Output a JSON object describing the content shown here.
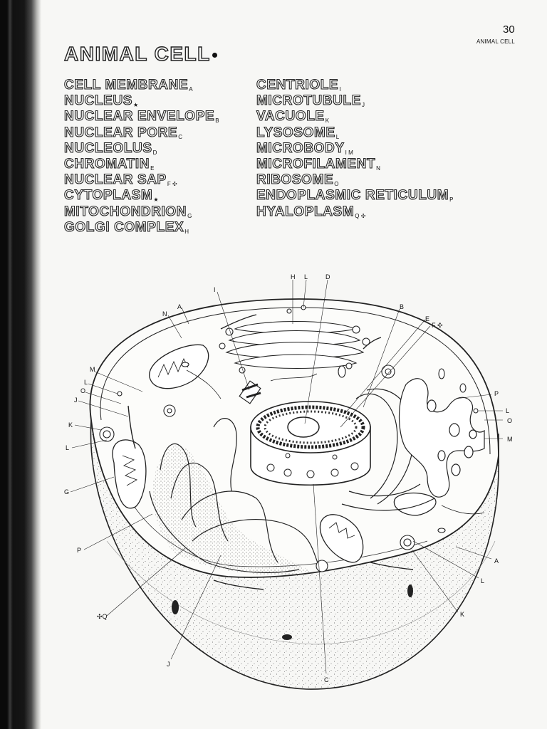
{
  "header": {
    "page_number": "30",
    "section": "ANIMAL CELL"
  },
  "title": "ANIMAL CELL",
  "terms_left": [
    {
      "name": "CELL MEMBRANE",
      "sub": "A"
    },
    {
      "name": "NUCLEUS",
      "sub": "★"
    },
    {
      "name": "NUCLEAR ENVELOPE",
      "sub": "B"
    },
    {
      "name": "NUCLEAR PORE",
      "sub": "C"
    },
    {
      "name": "NUCLEOLUS",
      "sub": "D"
    },
    {
      "name": "CHROMATIN",
      "sub": "E"
    },
    {
      "name": "NUCLEAR SAP",
      "sub": "F ✣"
    },
    {
      "name": "CYTOPLASM",
      "sub": "★"
    },
    {
      "name": "MITOCHONDRION",
      "sub": "G"
    },
    {
      "name": "GOLGI COMPLEX",
      "sub": "H"
    }
  ],
  "terms_right": [
    {
      "name": "CENTRIOLE",
      "sub": "I"
    },
    {
      "name": "MICROTUBULE",
      "sub": "J"
    },
    {
      "name": "VACUOLE",
      "sub": "K"
    },
    {
      "name": "LYSOSOME",
      "sub": "L"
    },
    {
      "name": "MICROBODY",
      "sub": "I M"
    },
    {
      "name": "MICROFILAMENT",
      "sub": "N"
    },
    {
      "name": "RIBOSOME",
      "sub": "O"
    },
    {
      "name": "ENDOPLASMIC RETICULUM",
      "sub": "P"
    },
    {
      "name": "HYALOPLASM",
      "sub": "Q ✣"
    }
  ],
  "diagram_labels": {
    "H": "H",
    "L_top": "L",
    "D": "D",
    "I": "I",
    "N": "N",
    "A_top": "A",
    "B": "B",
    "E": "E",
    "F": "F ✣",
    "M_left": "M",
    "L_left1": "L",
    "O_left": "O",
    "J_left": "J",
    "K_left": "K",
    "L_left2": "L",
    "G": "G",
    "P_right": "P",
    "L_right": "L",
    "O_right": "O",
    "M_right": "M",
    "P_left": "P",
    "Q": "✣Q",
    "J_bottom": "J",
    "C": "C",
    "K_bottom": "K",
    "L_bottom": "L",
    "A_bottom": "A"
  }
}
